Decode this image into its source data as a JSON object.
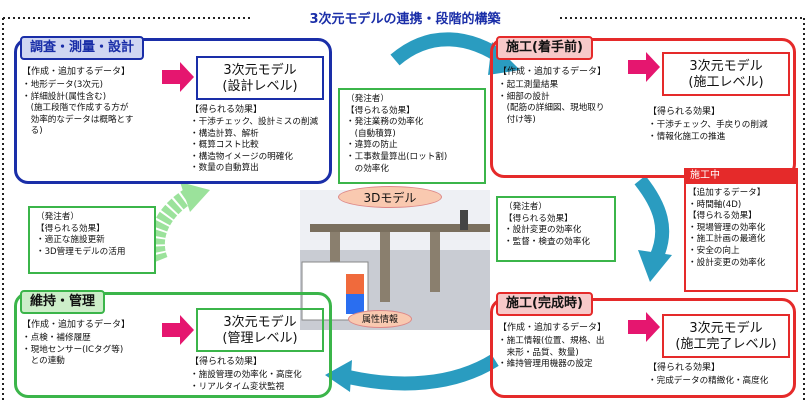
{
  "title": "3次元モデルの連携・段階的構築",
  "colors": {
    "blue": "#1a2ea8",
    "red": "#e52a2a",
    "green": "#3bb54a",
    "teal": "#2a9cc0",
    "pink": "#e5166f"
  },
  "design": {
    "header": "調査・測量・設計",
    "data_label": "【作成・追加するデータ】",
    "data_items": "・地形データ(3次元)\n・詳細設計(属性含む)\n　(施工段階で作成する方が\n　効率的なデータは概略とす\n　る)",
    "model": "3次元モデル\n(設計レベル)",
    "effects_label": "【得られる効果】",
    "effects_items": "・干渉チェック、設計ミスの削減\n・構造計算、解析\n・概算コスト比較\n・構造物イメージの明確化\n・数量の自動算出"
  },
  "client_top": {
    "text": "（発注者）\n【得られる効果】\n・発注業務の効率化\n　(自動積算)\n・違算の防止\n・工事数量算出(ロット割)\n　の効率化"
  },
  "construction_start": {
    "header": "施工(着手前)",
    "data_label": "【作成・追加するデータ】",
    "data_items": "・起工測量結果\n・細部の設計\n　(配筋の詳細図、現地取り\n　付け等)",
    "model": "3次元モデル\n(施工レベル)",
    "effects_label": "【得られる効果】",
    "effects_items": "・干渉チェック、手戻りの削減\n・情報化施工の推進"
  },
  "during_construction": {
    "header": "施工中",
    "text": "【追加するデータ】\n・時間軸(4D)\n【得られる効果】\n・現場管理の効率化\n・施工計画の最適化\n・安全の向上\n・設計変更の効率化"
  },
  "client_left": {
    "text": "（発注者）\n【得られる効果】\n・適正な施設更新\n・3D管理モデルの活用"
  },
  "center": {
    "model_label": "3Dモデル",
    "attr_label": "属性情報"
  },
  "client_mid": {
    "text": "（発注者）\n【得られる効果】\n・設計変更の効率化\n・監督・検査の効率化"
  },
  "maintenance": {
    "header": "維持・管理",
    "data_label": "【作成・追加するデータ】",
    "data_items": "・点検・補修履歴\n・現地センサー(ICタグ等)\n　との連動",
    "model": "3次元モデル\n(管理レベル)",
    "effects_label": "【得られる効果】",
    "effects_items": "・施設管理の効率化・高度化\n・リアルタイム変状監視"
  },
  "construction_done": {
    "header": "施工(完成時)",
    "data_label": "【作成・追加するデータ】",
    "data_items": "・施工情報(位置、規格、出\n　来形・品質、数量)\n・維持管理用機器の設定",
    "model": "3次元モデル\n(施工完了レベル)",
    "effects_label": "【得られる効果】",
    "effects_items": "・完成データの精緻化・高度化"
  }
}
